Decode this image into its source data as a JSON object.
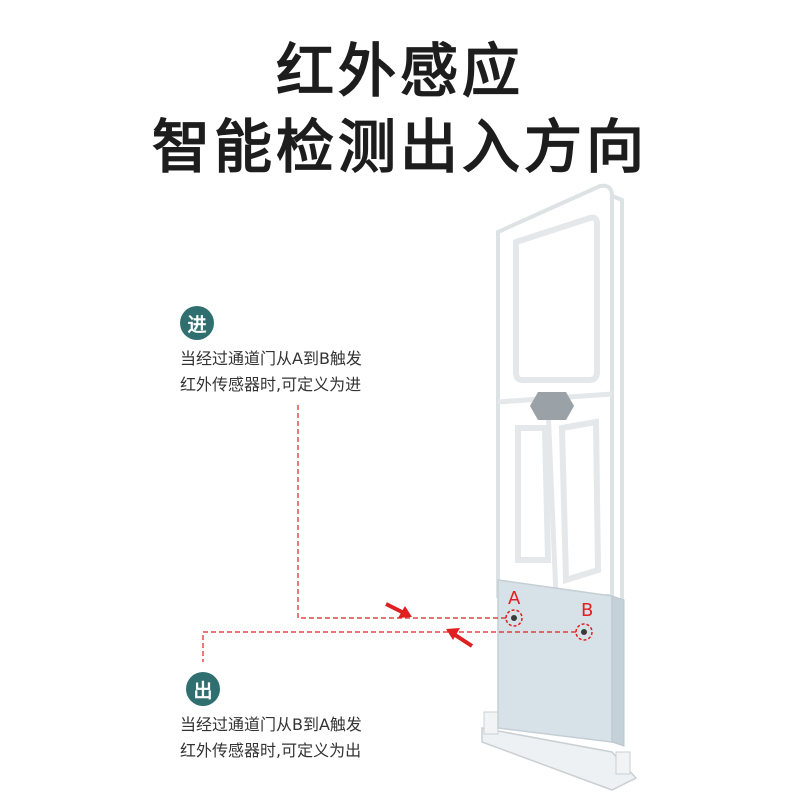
{
  "headline": {
    "line1": "红外感应",
    "line2": "智能检测出入方向"
  },
  "entry": {
    "badge": "进",
    "line1": "当经过通道门从A到B触发",
    "line2": "红外传感器时,可定义为进"
  },
  "exit": {
    "badge": "出",
    "line1": "当经过通道门从B到A触发",
    "line2": "红外传感器时,可定义为出"
  },
  "sensors": {
    "a_label": "A",
    "b_label": "B"
  },
  "colors": {
    "badge": "#2f6f70",
    "guide_line": "#e02020",
    "panel": "#d7e2e8"
  }
}
